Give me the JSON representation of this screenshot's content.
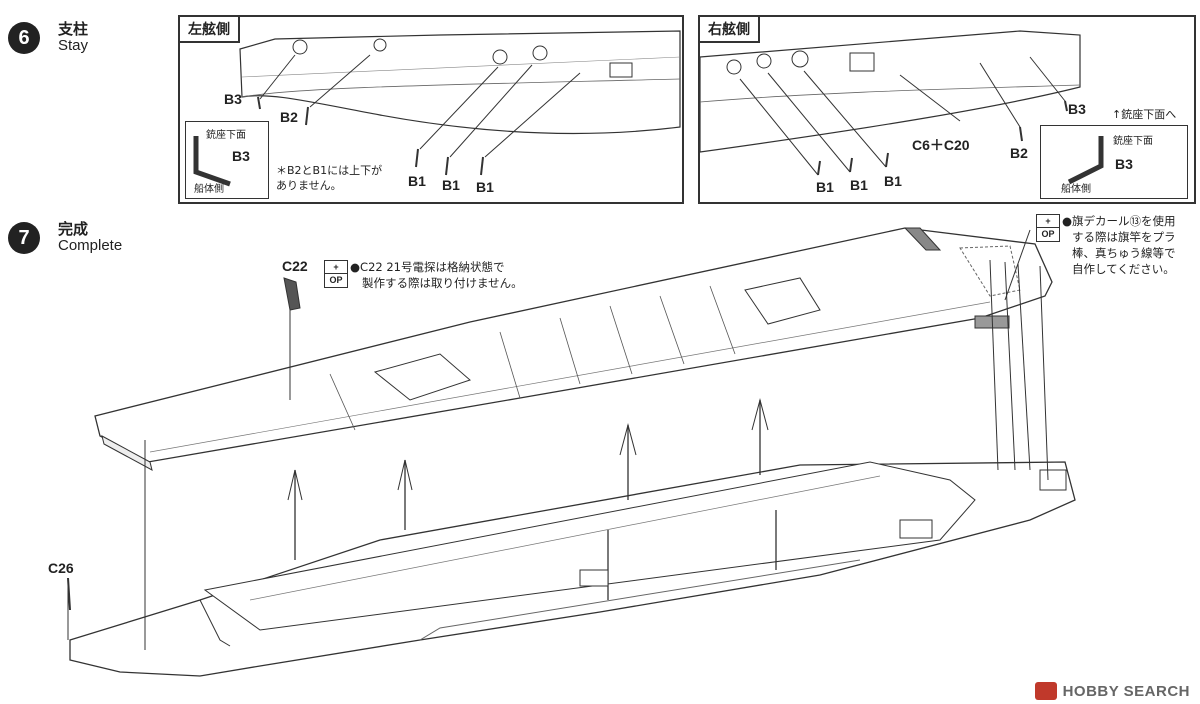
{
  "step6": {
    "number": "6",
    "title_jp": "支柱",
    "title_en": "Stay",
    "port": {
      "title": "左舷側",
      "labels": {
        "b3": "B3",
        "b2": "B2",
        "b1a": "B1",
        "b1b": "B1",
        "b1c": "B1"
      },
      "inset": {
        "top": "銃座下面",
        "part": "B3",
        "bottom": "船体側"
      },
      "note": "＊B2とB1には上下がありません。"
    },
    "starboard": {
      "title": "右舷側",
      "labels": {
        "b3": "B3",
        "c6c20": "C6＋C20",
        "b2": "B2",
        "b1a": "B1",
        "b1b": "B1",
        "b1c": "B1"
      },
      "arrow_note": "↑銃座下面へ",
      "inset": {
        "top": "銃座下面",
        "part": "B3",
        "bottom": "船体側"
      }
    }
  },
  "step7": {
    "number": "7",
    "title_jp": "完成",
    "title_en": "Complete",
    "c22": {
      "label": "C22",
      "op_top": "+",
      "op_bottom": "OP",
      "note_line1": "●C22 21号電探は格納状態で",
      "note_line2": "製作する際は取り付けません。"
    },
    "c26": {
      "label": "C26"
    },
    "flag": {
      "op_top": "+",
      "op_bottom": "OP",
      "line1": "●旗デカール⑬を使用",
      "line2": "する際は旗竿をプラ",
      "line3": "棒、真ちゅう線等で",
      "line4": "自作してください。"
    }
  },
  "watermark": "HOBBY SEARCH"
}
